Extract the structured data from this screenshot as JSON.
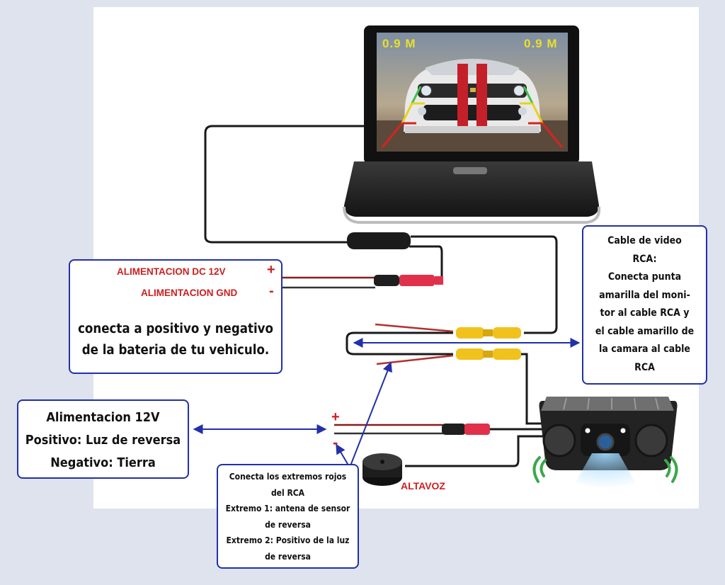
{
  "monitor": {
    "distance_left": "0.9 M",
    "distance_right": "0.9 M"
  },
  "power_labels": {
    "dc_12v": "ALIMENTACION DC 12V",
    "gnd": "ALIMENTACION GND",
    "plus": "+",
    "minus": "-"
  },
  "battery_box": {
    "lines": [
      "conecta a positivo y negativo",
      "de la bateria de tu vehiculo."
    ]
  },
  "rca_box": {
    "lines": [
      "Cable de video",
      "RCA:",
      "Conecta punta",
      "amarilla del moni-",
      "tor al cable RCA y",
      "el cable amarillo de",
      "la camara al cable",
      "RCA"
    ]
  },
  "reverse_power_box": {
    "lines": [
      "Alimentacion 12V",
      "Positivo: Luz de reversa",
      "Negativo: Tierra"
    ]
  },
  "red_ends_box": {
    "lines": [
      "Conecta los extremos rojos",
      "del RCA",
      "Extremo 1: antena de sensor",
      "de reversa",
      "Extremo 2: Positivo de la luz",
      "de reversa"
    ]
  },
  "camera_power": {
    "plus": "+",
    "minus": "-"
  },
  "speaker": {
    "label": "ALTAVOZ"
  },
  "colors": {
    "box_border": "#2230a8",
    "arrow": "#2230a8",
    "label_red": "#cc2020",
    "rca_yellow": "#f2c21c",
    "wire": "#1a1a1a",
    "car_stripe": "#c4202a"
  }
}
